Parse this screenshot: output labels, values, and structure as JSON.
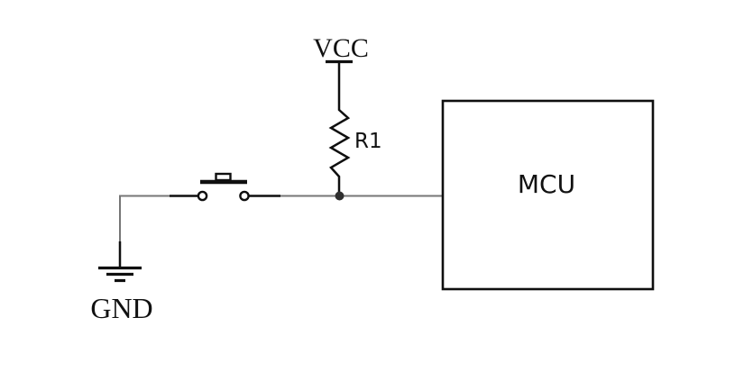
{
  "schematic": {
    "background": "#ffffff",
    "colors": {
      "wire": "#767676",
      "symbol": "#0f0f0f",
      "junction": "#2f2f2f",
      "label": "#111111",
      "box_fill": "#ffffff"
    },
    "components": {
      "power": {
        "type": "power-rail",
        "label": "VCC"
      },
      "resistor": {
        "type": "resistor",
        "label": "R1"
      },
      "switch": {
        "type": "pushbutton-normally-open"
      },
      "ground": {
        "type": "earth-ground",
        "label": "GND"
      },
      "mcu": {
        "type": "ic-block",
        "label": "MCU"
      }
    }
  }
}
